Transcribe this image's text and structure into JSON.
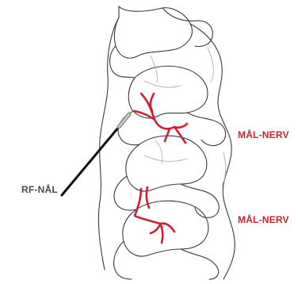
{
  "labels": {
    "needle": "RF-NÅL",
    "target_nerve_upper": "MÅL-NERV",
    "target_nerve_lower": "MÅL-NERV"
  },
  "colors": {
    "nerve": "#d0202e",
    "needle_label": "#4a4a4a",
    "outline": "#3a3a3a",
    "needle": "#111111"
  }
}
